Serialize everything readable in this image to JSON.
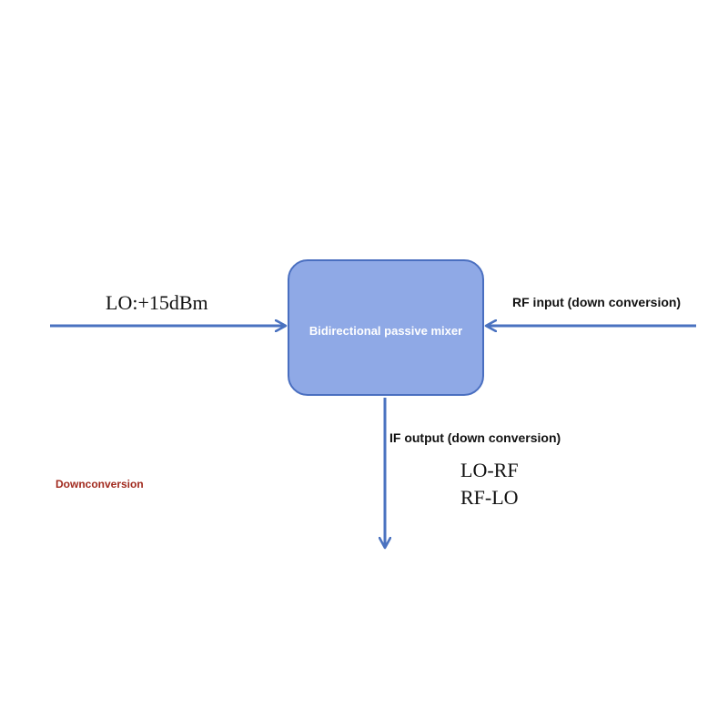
{
  "colors": {
    "arrow": "#4a72c0",
    "box_fill": "#8fa9e6",
    "box_border": "#4a6fc0",
    "label_text": "#111111",
    "mode_label": "#a12a1e"
  },
  "mixer": {
    "label": "Bidirectional passive mixer"
  },
  "ports": {
    "lo_label": "LO:+15dBm",
    "rf_label": "RF input (down conversion)",
    "if_label": "IF output (down conversion)",
    "if_products": [
      "LO-RF",
      "RF-LO"
    ]
  },
  "mode_label": "Downconversion"
}
